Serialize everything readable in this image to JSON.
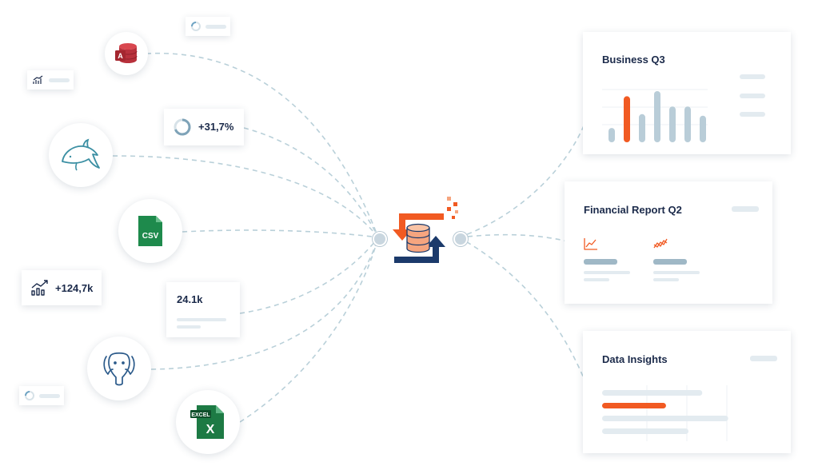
{
  "sources": {
    "access": {
      "icon": "access-database-icon",
      "letter": "A"
    },
    "mysql": {
      "icon": "mysql-dolphin-icon"
    },
    "csv": {
      "icon": "csv-file-icon",
      "label": "CSV"
    },
    "postgresql": {
      "icon": "postgresql-elephant-icon"
    },
    "excel": {
      "icon": "excel-file-icon",
      "badge": "EXCEL",
      "letter": "X"
    }
  },
  "stats": {
    "growth_percent": "+31,7%",
    "growth_value": "+124,7k",
    "total": "24.1k"
  },
  "hub": {
    "icon": "database-sync-icon"
  },
  "reports": {
    "business": {
      "title": "Business Q3",
      "bars": [
        0.28,
        0.9,
        0.55,
        1.0,
        0.7,
        0.7,
        0.52
      ],
      "highlight_index": 1
    },
    "financial": {
      "title": "Financial Report Q2"
    },
    "insights": {
      "title": "Data Insights",
      "bars": [
        0.58,
        0.37,
        0.73,
        0.5
      ],
      "highlight_index": 1
    }
  },
  "colors": {
    "accent": "#f15a22",
    "navy": "#1b3a6b",
    "bar": "#b9cdd8",
    "wire": "#b9d0d9",
    "placeholder": "#e3ebf0",
    "access_red": "#b8313c",
    "csv_green": "#1e8a4c",
    "excel_green": "#1d7a44",
    "mysql_teal": "#3b8fa3",
    "pg_blue": "#2b5a8a"
  }
}
